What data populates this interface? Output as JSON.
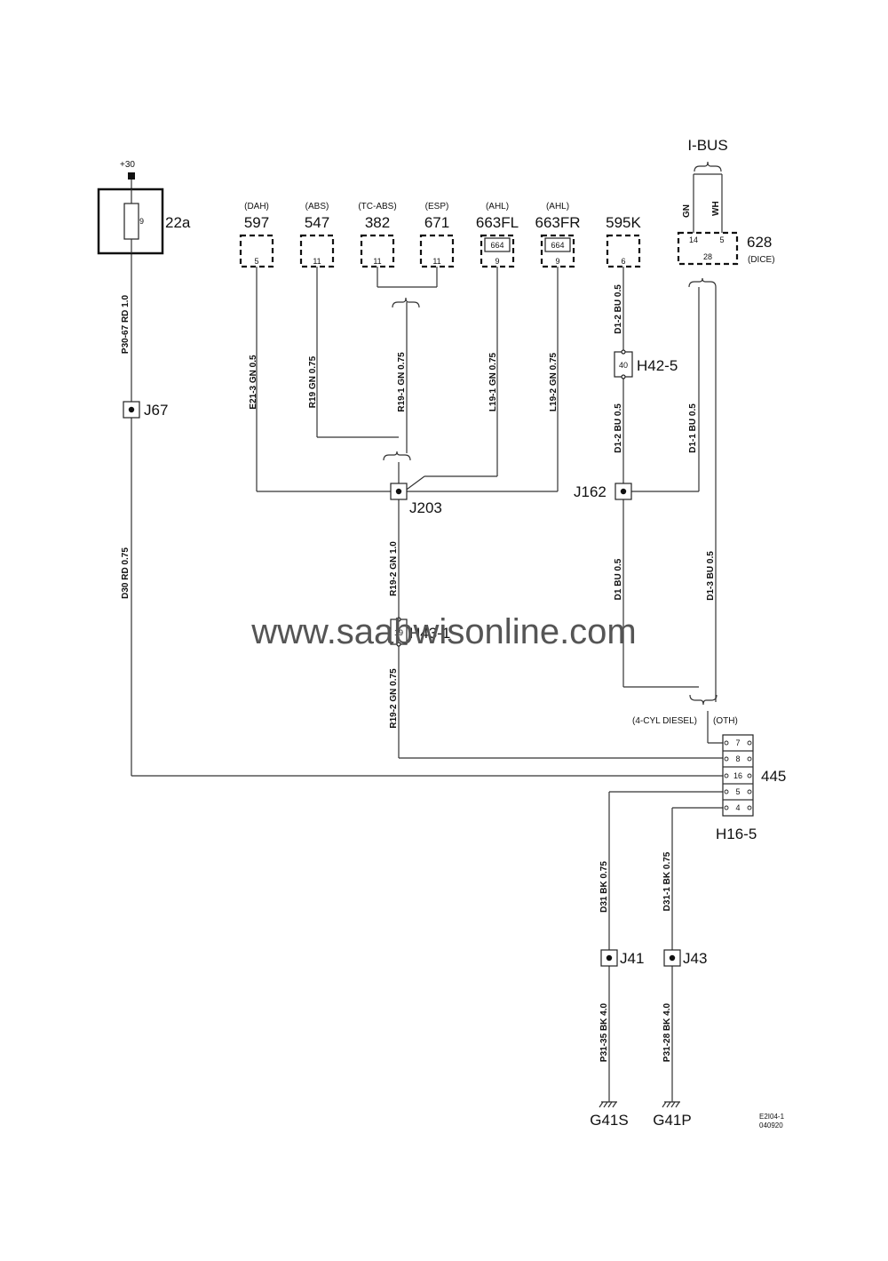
{
  "supply": {
    "label": "+30"
  },
  "fuse": {
    "id": "22a",
    "pin": "9"
  },
  "ibus": {
    "label": "I-BUS",
    "gn": "GN",
    "wh": "WH"
  },
  "modules": [
    {
      "key": "597",
      "system": "(DAH)",
      "id": "597",
      "pin": "5",
      "inner": ""
    },
    {
      "key": "547",
      "system": "(ABS)",
      "id": "547",
      "pin": "11",
      "inner": ""
    },
    {
      "key": "382",
      "system": "(TC-ABS)",
      "id": "382",
      "pin": "11",
      "inner": ""
    },
    {
      "key": "671",
      "system": "(ESP)",
      "id": "671",
      "pin": "11",
      "inner": ""
    },
    {
      "key": "663fl",
      "system": "(AHL)",
      "id": "663FL",
      "pin": "9",
      "inner": "664"
    },
    {
      "key": "663fr",
      "system": "(AHL)",
      "id": "663FR",
      "pin": "9",
      "inner": "664"
    },
    {
      "key": "595k",
      "system": "",
      "id": "595K",
      "pin": "6",
      "inner": ""
    }
  ],
  "dice": {
    "id": "628",
    "sub": "(DICE)",
    "pin_gn": "14",
    "pin_wh": "5",
    "pin_bottom": "28"
  },
  "wires": {
    "p30_67": "P30-67  RD  1.0",
    "d30": "D30  RD  0.75",
    "e21_3": "E21-3  GN  0.5",
    "r19": "R19  GN  0.75",
    "r19_1": "R19-1  GN  0.75",
    "l19_1": "L19-1  GN  0.75",
    "l19_2": "L19-2  GN  0.75",
    "d1_2_upper": "D1-2  BU  0.5",
    "d1_2_lower": "D1-2  BU  0.5",
    "d1_1": "D1-1  BU  0.5",
    "d1_3": "D1-3  BU  0.5",
    "d1": "D1  BU  0.5",
    "r19_2_upper": "R19-2  GN  1.0",
    "r19_2_lower": "R19-2  GN  0.75",
    "d31": "D31  BK  0.75",
    "d31_1": "D31-1  BK  0.75",
    "p31_35": "P31-35  BK  4.0",
    "p31_28": "P31-28  BK  4.0"
  },
  "splices": {
    "j67": "J67",
    "j203": "J203",
    "j162": "J162",
    "j41": "J41",
    "j43": "J43"
  },
  "inline_connectors": {
    "h42_5": {
      "id": "H42-5",
      "pin": "40"
    },
    "h43_1": {
      "id": "H43-1",
      "pin": "19"
    }
  },
  "variants": {
    "diesel": "(4-CYL DIESEL)",
    "other": "(OTH)"
  },
  "dlc": {
    "id": "445",
    "connector": "H16-5",
    "pins": [
      "7",
      "8",
      "16",
      "5",
      "4"
    ]
  },
  "grounds": {
    "g41s": "G41S",
    "g41p": "G41P"
  },
  "watermark": "www.saabwisonline.com",
  "drawing_code": {
    "line1": "E2I04-1",
    "line2": "040920"
  }
}
